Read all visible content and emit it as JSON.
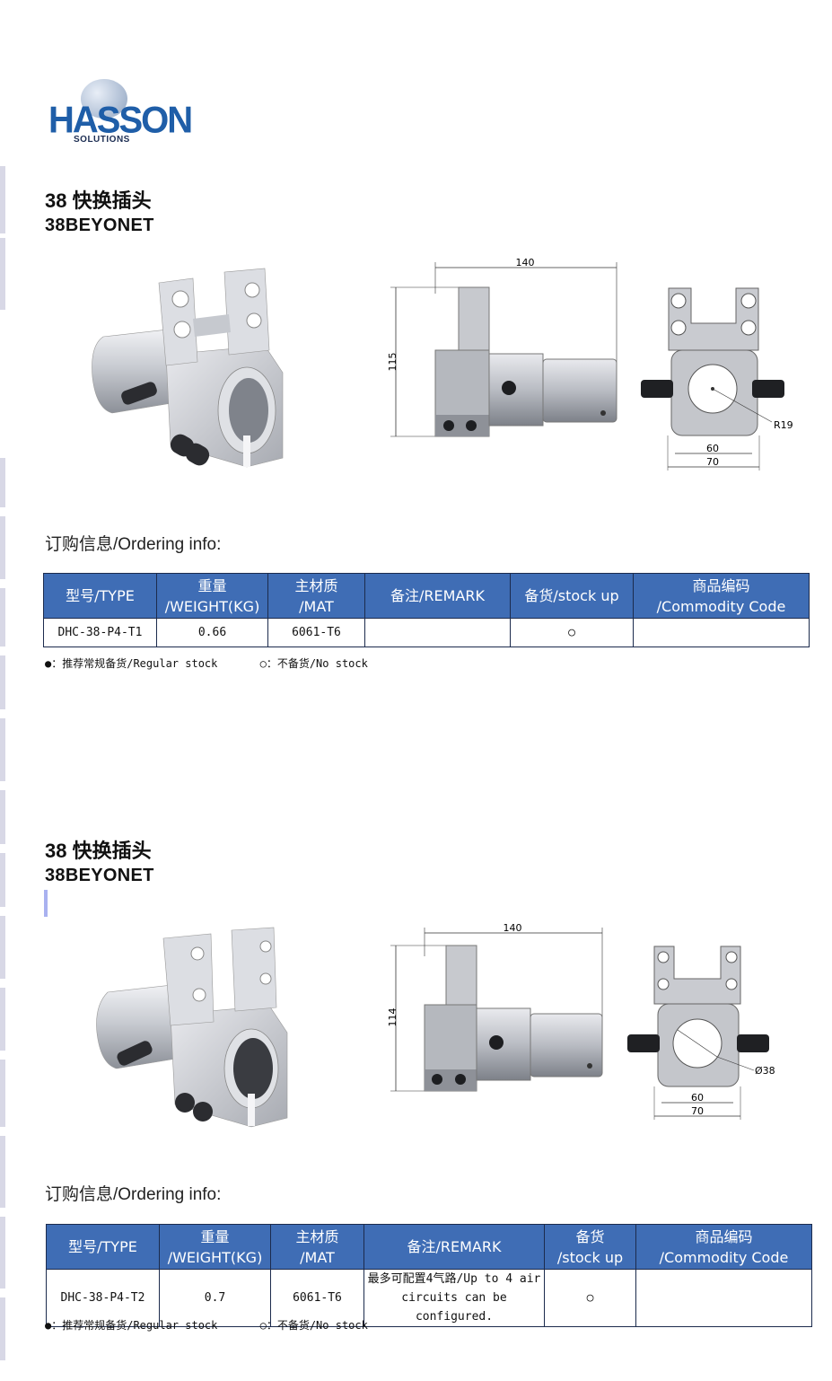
{
  "logo": {
    "word": "HASSON",
    "sub": "SOLUTIONS"
  },
  "sections": [
    {
      "title_cn": "38  快换插头",
      "title_en": "38BEYONET",
      "dims": {
        "length": "140",
        "height": "115",
        "radius": "R19",
        "inner": "60",
        "outer": "70"
      },
      "ordering_title": "订购信息/Ordering info:",
      "headers": {
        "type": "型号/TYPE",
        "weight_1": "重量",
        "weight_2": "/WEIGHT(KG)",
        "mat_1": "主材质",
        "mat_2": "/MAT",
        "remark": "备注/REMARK",
        "stock": "备货/stock up",
        "code_1": "商品编码",
        "code_2": "/Commodity Code"
      },
      "row": {
        "type": "DHC-38-P4-T1",
        "weight": "0.66",
        "mat": "6061-T6",
        "remark_1": "",
        "remark_2": "",
        "stock": "○",
        "code": ""
      },
      "legend": {
        "regular": "●：推荐常规备货/Regular stock",
        "no": "○：不备货/No stock"
      }
    },
    {
      "title_cn": "38  快换插头",
      "title_en": "38BEYONET",
      "dims": {
        "length": "140",
        "height": "114",
        "radius": "Ø38",
        "inner": "60",
        "outer": "70"
      },
      "ordering_title": "订购信息/Ordering info:",
      "headers": {
        "type": "型号/TYPE",
        "weight_1": "重量",
        "weight_2": "/WEIGHT(KG)",
        "mat_1": "主材质",
        "mat_2": "/MAT",
        "remark": "备注/REMARK",
        "stock_1": "备货",
        "stock_2": "/stock up",
        "code_1": "商品编码",
        "code_2": "/Commodity Code"
      },
      "row": {
        "type": "DHC-38-P4-T2",
        "weight": "0.7",
        "mat": "6061-T6",
        "remark_1": "最多可配置4气路/Up to 4 air",
        "remark_2": "circuits can be configured.",
        "stock": "○",
        "code": ""
      },
      "legend": {
        "regular": "●：推荐常规备货/Regular stock",
        "no": "○：不备货/No stock"
      }
    }
  ]
}
